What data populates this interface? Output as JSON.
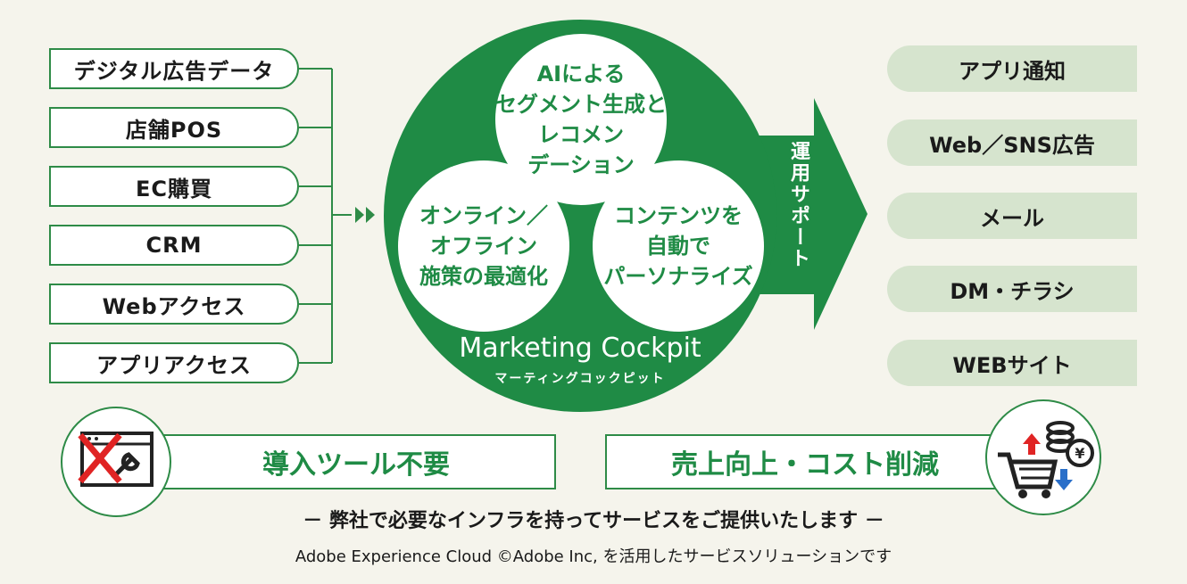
{
  "sources": [
    "デジタル広告データ",
    "店舗POS",
    "EC購買",
    "CRM",
    "Webアクセス",
    "アプリアクセス"
  ],
  "hub": {
    "circle_top": "AIによる\nセグメント生成と\nレコメン\nデーション",
    "circle_left": "オンライン／\nオフライン\n施策の最適化",
    "circle_right": "コンテンツを\n自動で\nパーソナライズ",
    "title": "Marketing Cockpit",
    "subtitle": "マーティングコックピット"
  },
  "arrow_label": "運用サポート",
  "destinations": [
    "アプリ通知",
    "Web／SNS広告",
    "メール",
    "DM・チラシ",
    "WEBサイト"
  ],
  "benefits": {
    "left": "導入ツール不要",
    "right": "売上向上・コスト削減"
  },
  "tagline": "－ 弊社で必要なインフラを持ってサービスをご提供いたします －",
  "credit": "Adobe Experience Cloud ©Adobe Inc, を活用したサービスソリューションです",
  "colors": {
    "green": "#1f8b45",
    "light_green": "#d6e4ce",
    "red": "#e02424",
    "blue": "#2a6fc9",
    "background": "#f5f4ec"
  }
}
